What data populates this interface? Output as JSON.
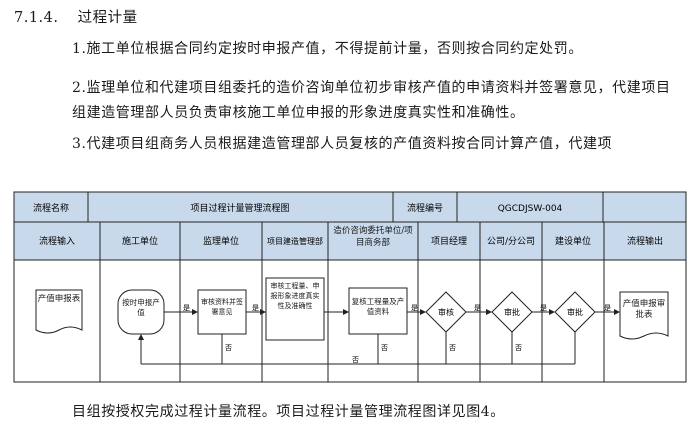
{
  "section": {
    "number": "7.1.4.",
    "title": "过程计量"
  },
  "paragraphs": [
    "1.施工单位根据合同约定按时申报产值，不得提前计量，否则按合同约定处罚。",
    "2.监理单位和代建项目组委托的造价咨询单位初步审核产值的申请资料并签署意见，代建项目组建造管理部人员负责审核施工单位申报的形象进度真实性和准确性。",
    "3.代建项目组商务人员根据建造管理部人员复核的产值资料按合同计算产值，代建项",
    "目组按授权完成过程计量流程。项目过程计量管理流程图详见图4。"
  ],
  "flowchart": {
    "header": {
      "name_label": "流程名称",
      "name_value": "项目过程计量管理流程图",
      "code_label": "流程编号",
      "code_value": "QGCDJSW-004"
    },
    "lanes": [
      "流程输入",
      "施工单位",
      "监理单位",
      "项目建造管理部",
      "造价咨询委托单位/项目商务部",
      "项目经理",
      "公司/分公司",
      "建设单位",
      "流程输出"
    ],
    "nodes": {
      "input_doc": "产值申报表",
      "apply": "按时申报产值",
      "supervisor": "审核资料并签署意见",
      "construction": "审核工程量、申报形象进度真实性及准确性",
      "cost": "复核工程量及产值资料",
      "pm_review": "审核",
      "company_review": "审批",
      "owner_review": "审批",
      "output_doc": "产值申报审批表"
    },
    "edge_labels": {
      "yes": "是",
      "no": "否"
    },
    "colors": {
      "header_fill": "#c9d9ec",
      "line": "#222222"
    }
  }
}
